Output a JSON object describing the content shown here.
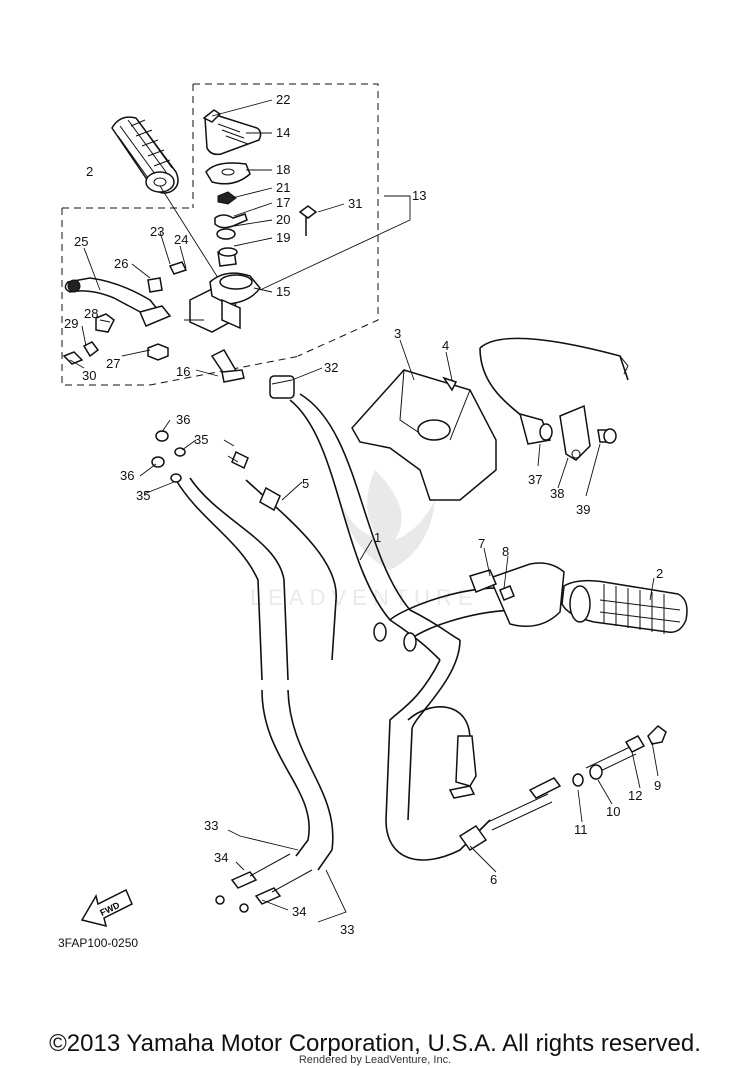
{
  "diagram": {
    "code": "3FAP100-0250",
    "copyright": "©2013 Yamaha Motor Corporation, U.S.A. All rights reserved.",
    "rendered_by": "Rendered by LeadVenture, Inc.",
    "watermark": "LEADVENTURE",
    "fwd_label": "FWD"
  },
  "callouts": {
    "c1": "1",
    "c2a": "2",
    "c2b": "2",
    "c3": "3",
    "c4": "4",
    "c5": "5",
    "c6": "6",
    "c7": "7",
    "c8": "8",
    "c9": "9",
    "c10": "10",
    "c11": "11",
    "c12": "12",
    "c13": "13",
    "c14": "14",
    "c15": "15",
    "c16": "16",
    "c17": "17",
    "c18": "18",
    "c19": "19",
    "c20": "20",
    "c21": "21",
    "c22": "22",
    "c23": "23",
    "c24": "24",
    "c25": "25",
    "c26": "26",
    "c27": "27",
    "c28": "28",
    "c29": "29",
    "c30": "30",
    "c31": "31",
    "c32": "32",
    "c33a": "33",
    "c33b": "33",
    "c34a": "34",
    "c34b": "34",
    "c35a": "35",
    "c35b": "35",
    "c36a": "36",
    "c36b": "36",
    "c37": "37",
    "c38": "38",
    "c39": "39"
  },
  "colors": {
    "line": "#111111",
    "background": "#ffffff",
    "watermark": "#e9e9e9"
  }
}
